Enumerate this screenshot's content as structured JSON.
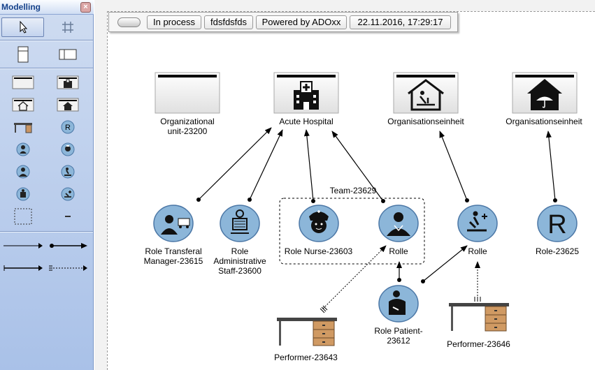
{
  "palette": {
    "title": "Modelling",
    "close_glyph": "×"
  },
  "header": {
    "status": "In process",
    "name": "fdsfdsfds",
    "powered": "Powered by ADOxx",
    "timestamp": "22.11.2016, 17:29:17"
  },
  "diagram": {
    "units": {
      "org": [
        "Organizational",
        "unit-23200"
      ],
      "hospital": "Acute Hospital",
      "orgeinheit1": "Organisationseinheit",
      "orgeinheit2": "Organisationseinheit"
    },
    "team": "Team-23629",
    "roles": {
      "transferal": [
        "Role Transferal",
        "Manager-23615"
      ],
      "admin": [
        "Role",
        "Administrative",
        "Staff-23600"
      ],
      "nurse": "Role Nurse-23603",
      "rolle1": "Rolle",
      "rolle2": "Rolle",
      "r": "Role-23625",
      "r_glyph": "R",
      "patient": [
        "Role Patient-",
        "23612"
      ]
    },
    "performers": {
      "p1": "Performer-23643",
      "p2": "Performer-23646"
    }
  },
  "colors": {
    "role_fill": "#8cb6d9",
    "role_stroke": "#4b77a6",
    "desk": "#d09a63"
  }
}
